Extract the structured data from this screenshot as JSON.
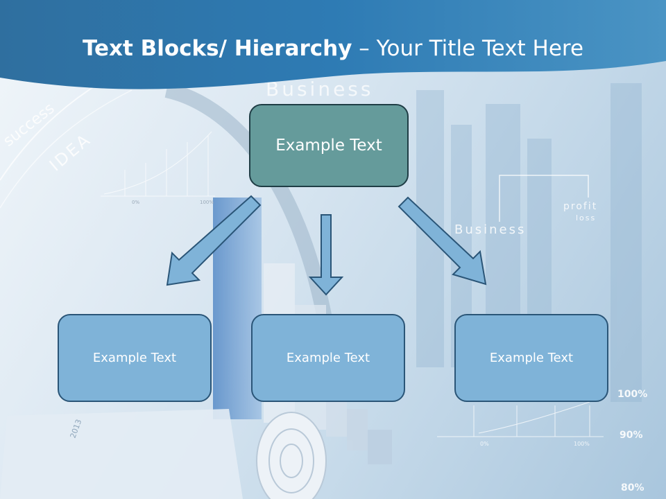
{
  "title": {
    "bold": "Text Blocks/ Hierarchy",
    "dash": " – ",
    "normal": "Your Title Text Here"
  },
  "top_box": {
    "label": "Example Text"
  },
  "child_boxes": [
    {
      "label": "Example Text"
    },
    {
      "label": "Example Text"
    },
    {
      "label": "Example Text"
    }
  ],
  "background_words": {
    "business_top": "Business",
    "business_mid": "Business",
    "profit": "profit",
    "loss": "loss",
    "success": "success",
    "idea": "IDEA",
    "year_2013": "2013",
    "pct_100": "100%",
    "pct_90": "90%",
    "pct_80": "80%",
    "mini_0": "0%",
    "mini_100": "100%",
    "mini2_0": "0%",
    "mini2_100": "100%"
  },
  "colors": {
    "header": "#2f78b0",
    "top_box": "#659b9b",
    "child_box": "#7fb3d8",
    "arrow": "#7fb3d8",
    "arrow_stroke": "#2a5577"
  }
}
